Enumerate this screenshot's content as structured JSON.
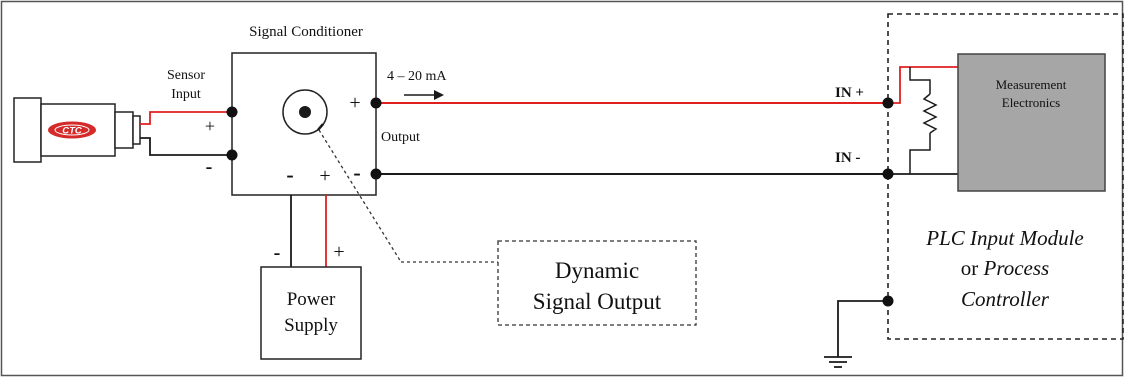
{
  "labels": {
    "signal_conditioner": "Signal Conditioner",
    "sensor_input_line1": "Sensor",
    "sensor_input_line2": "Input",
    "current_range": "4 – 20 mA",
    "output": "Output",
    "in_plus": "IN +",
    "in_minus": "IN -",
    "measurement_line1": "Measurement",
    "measurement_line2": "Electronics",
    "dynamic_line1": "Dynamic",
    "dynamic_line2": "Signal Output",
    "power_line1": "Power",
    "power_line2": "Supply",
    "plc_line1": "PLC Input Module",
    "plc_line2_a": "or ",
    "plc_line2_b": "Process",
    "plc_line3": "Controller",
    "sensor_logo": "CTC"
  },
  "polarity": {
    "sensor_plus": "+",
    "sensor_minus": "-",
    "output_plus": "+",
    "output_minus": "-",
    "supply_minus": "-",
    "supply_plus": "+",
    "power_minus": "-",
    "power_plus": "+"
  },
  "colors": {
    "signal_wire": "#e02020",
    "wire": "#1a1a1a",
    "measurement_fill": "#a6a6a6",
    "logo_red": "#d42a2a"
  }
}
